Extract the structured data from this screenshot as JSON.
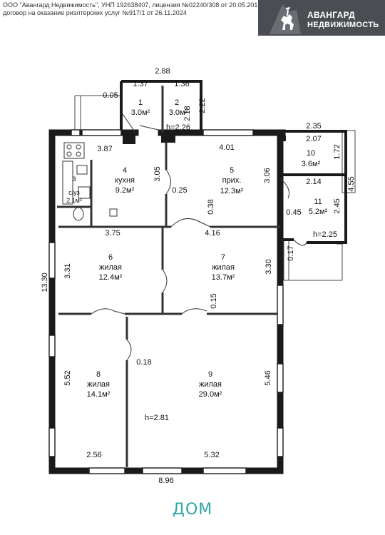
{
  "header": {
    "legal_line1": "ООО \"Авангард Недвижимость\", УНП 192638407, лицензия №02240/308 от 20.05.2016,",
    "legal_line2": "договор на оказание риэлтерских услуг №917/1 от 26.11.2024",
    "logo_name": "АВАНГАРД",
    "logo_sub": "НЕДВИЖИМОСТЬ",
    "logo_icon": "knight-on-horse-icon"
  },
  "plan": {
    "rooms": {
      "r1": {
        "num": "1",
        "name": "",
        "area": "3.0м²"
      },
      "r2": {
        "num": "2",
        "name": "",
        "area": "3.0м²"
      },
      "r3": {
        "num": "3",
        "name": "с/уз",
        "area": "2.1м²"
      },
      "r4": {
        "num": "4",
        "name": "кухня",
        "area": "9.2м²"
      },
      "r5": {
        "num": "5",
        "name": "прих.",
        "area": "12.3м²"
      },
      "r6": {
        "num": "6",
        "name": "жилая",
        "area": "12.4м²"
      },
      "r7": {
        "num": "7",
        "name": "жилая",
        "area": "13.7м²"
      },
      "r8": {
        "num": "8",
        "name": "жилая",
        "area": "14.1м²"
      },
      "r9": {
        "num": "9",
        "name": "жилая",
        "area": "29.0м²"
      },
      "r10": {
        "num": "10",
        "name": "",
        "area": "3.6м²"
      },
      "r11": {
        "num": "11",
        "name": "",
        "area": "5.2м²"
      }
    },
    "dims": {
      "d288": "2.88",
      "d137": "1.37",
      "d136": "1.36",
      "d005": "0.05",
      "d218": "2.18",
      "d222": "2.22",
      "dh226": "h=2.26",
      "d387": "3.87",
      "d401": "4.01",
      "d305": "3.05",
      "d025": "0.25",
      "d306": "3.06",
      "d038": "0.38",
      "d375": "3.75",
      "d416": "4.16",
      "d235": "2.35",
      "d207": "2.07",
      "d172": "1.72",
      "d455": "4.55",
      "d214": "2.14",
      "d245": "2.45",
      "d045": "0.45",
      "dh225": "h=2.25",
      "d017": "0.17",
      "d1330": "13.30",
      "d331": "3.31",
      "d330": "3.30",
      "d015": "0.15",
      "d018": "0.18",
      "d552": "5.52",
      "d546": "5.46",
      "dh281": "h=2.81",
      "d256": "2.56",
      "d532": "5.32",
      "d896": "8.96"
    }
  },
  "footer": {
    "title": "ДОМ"
  }
}
